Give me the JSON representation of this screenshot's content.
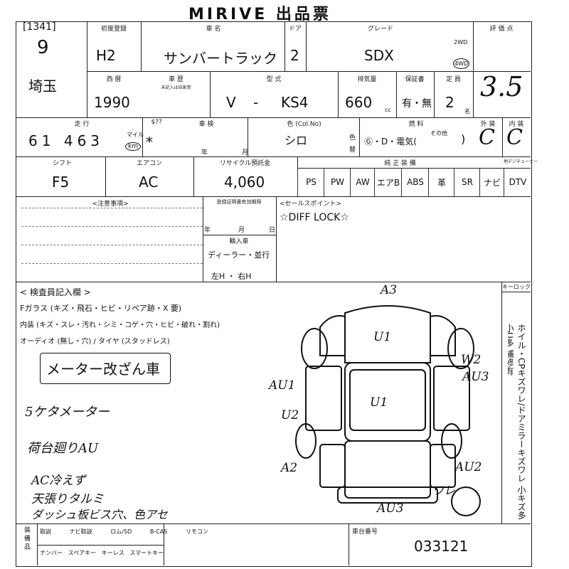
{
  "header": {
    "brand": "MIRIVE 出品票"
  },
  "lot": {
    "code": "[1341]",
    "number": "9",
    "prefecture": "埼玉"
  },
  "labels": {
    "first_reg": "初度登録",
    "car_name": "車 名",
    "doors": "ドア",
    "grade": "グレード",
    "rating": "評 価 点",
    "year": "西 暦",
    "history": "車 歴",
    "history_sub": "未記入は自家用",
    "model": "型 式",
    "displacement": "排気量",
    "warranty": "保証書",
    "capacity": "定 員",
    "mileage": "走 行",
    "tax": "$??",
    "inspection": "車 検",
    "color": "色 (Col.No)",
    "fuel": "燃 料",
    "ext": "外 装",
    "int": "内 装",
    "shift": "シフト",
    "aircon": "エアコン",
    "recycle": "リサイクル預託金",
    "equipment": "純 正 装 備",
    "caution": "<注意事項>",
    "reg_expiry": "登録証明書有効期限",
    "import": "輸入車",
    "sales_point": "<セールスポイント>",
    "inspector": "< 検査員記入欄 >",
    "keyless": "キーロック",
    "options": "装 備 品",
    "frame_no": "車台番号",
    "nen": "年",
    "tsuki": "月",
    "nichi": "日",
    "cc": "cc",
    "mei": "名",
    "mile": "マイル",
    "km": "km",
    "shiki": "色",
    "kae": "替",
    "sonota": "その他",
    "dtv_head": "地デジチューナー"
  },
  "vehicle": {
    "era": "H2",
    "name": "サンバートラック",
    "doors": "2",
    "grade": "SDX",
    "drive_2wd": "2WD",
    "drive_4wd": "4WD",
    "year": "1990",
    "model_prefix": "V",
    "model_dash": "-",
    "model_code": "KS4",
    "displacement": "660",
    "warranty": "有・無",
    "capacity": "2",
    "mileage_digits": [
      "6",
      "1",
      "4",
      "6",
      "3"
    ],
    "mileage_star": "*",
    "color": "シロ",
    "fuel": "Ⓖ・D・電気(",
    "fuel_close": ")",
    "shift": "F5",
    "aircon": "AC",
    "recycle": "4,060",
    "import_options": [
      "ディーラー・並行",
      "左H ・ 右H"
    ],
    "frame_number": "033121"
  },
  "scores": {
    "overall": "3.5",
    "exterior": "C",
    "interior": "C"
  },
  "equipment": [
    "PS",
    "PW",
    "AW",
    "エアB",
    "ABS",
    "革",
    "SR",
    "ナビ",
    "DTV"
  ],
  "options_row1": [
    "取説",
    "ナビ取説",
    "ロム/SD",
    "B-CAS",
    "リモコン"
  ],
  "options_row2": [
    "ナンバー",
    "スペアキー",
    "キーレス",
    "スマートキー"
  ],
  "sales_point": "☆DIFF LOCK☆",
  "inspector_lines": [
    "Fガラス (キズ・飛石・ヒビ・リペア跡・X 要)",
    "内装 (キズ・スレ・汚れ・シミ・コゲ・穴・ヒビ・破れ・割れ)",
    "オーディオ (無し・穴) / タイヤ (スタッドレス)"
  ],
  "inspector_notes": [
    "メーター改ざん車",
    "5ケタメーター",
    "荷台廻りAU",
    "AC冷えず",
    "天張りタルミ",
    "ダッシュ板ビス穴、色アセ"
  ],
  "diagram_marks": [
    "A3",
    "U1",
    "W2",
    "AU3",
    "AU1",
    "U1",
    "U2",
    "A2",
    "AU2",
    "ワレ",
    "AU3"
  ],
  "side_note": "ホイル・CPキズワレ/ドアミラーキズワレ 小キズ多 小U多 補修有"
}
